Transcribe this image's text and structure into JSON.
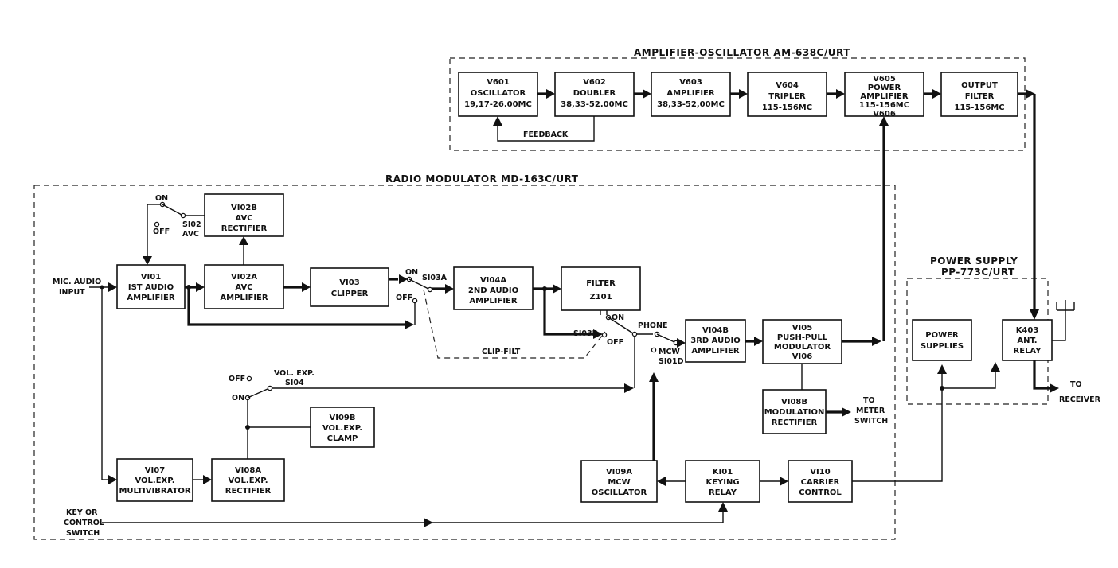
{
  "sections": {
    "amp_osc": "AMPLIFIER-OSCILLATOR AM-638C/URT",
    "modulator": "RADIO MODULATOR MD-163C/URT",
    "power_supply_1": "POWER SUPPLY",
    "power_supply_2": "PP-773C/URT"
  },
  "blocks": {
    "v601": [
      "V601",
      "OSCILLATOR",
      "19,17-26.00MC"
    ],
    "v602": [
      "V602",
      "DOUBLER",
      "38,33-52.00MC"
    ],
    "v603": [
      "V603",
      "AMPLIFIER",
      "38,33-52,00MC"
    ],
    "v604": [
      "V604",
      "TRIPLER",
      "115-156MC"
    ],
    "v605": [
      "V605",
      "POWER",
      "AMPLIFIER",
      "115-156MC",
      "V606"
    ],
    "output_filter": [
      "OUTPUT",
      "FILTER",
      "115-156MC"
    ],
    "v102b": [
      "VI02B",
      "AVC",
      "RECTIFIER"
    ],
    "v101": [
      "VI01",
      "IST AUDIO",
      "AMPLIFIER"
    ],
    "v102a": [
      "VI02A",
      "AVC",
      "AMPLIFIER"
    ],
    "v103": [
      "VI03",
      "CLIPPER"
    ],
    "v104a": [
      "VI04A",
      "2ND AUDIO",
      "AMPLIFIER"
    ],
    "filter": [
      "FILTER",
      "Z101"
    ],
    "v104b": [
      "VI04B",
      "3RD AUDIO",
      "AMPLIFIER"
    ],
    "v105": [
      "VI05",
      "PUSH-PULL",
      "MODULATOR",
      "VI06"
    ],
    "v108b": [
      "VI08B",
      "MODULATION",
      "RECTIFIER"
    ],
    "v109b": [
      "VI09B",
      "VOL.EXP.",
      "CLAMP"
    ],
    "v107": [
      "VI07",
      "VOL.EXP.",
      "MULTIVIBRATOR"
    ],
    "v108a": [
      "VI08A",
      "VOL.EXP.",
      "RECTIFIER"
    ],
    "v109a": [
      "VI09A",
      "MCW",
      "OSCILLATOR"
    ],
    "k101": [
      "KI01",
      "KEYING",
      "RELAY"
    ],
    "v110": [
      "VI10",
      "CARRIER",
      "CONTROL"
    ],
    "power_supplies": [
      "POWER",
      "SUPPLIES"
    ],
    "k403": [
      "K403",
      "ANT.",
      "RELAY"
    ]
  },
  "labels": {
    "feedback": "FEEDBACK",
    "on_avc": "ON",
    "off_avc": "OFF",
    "s102": "SI02",
    "avc": "AVC",
    "mic_audio": "MIC. AUDIO",
    "input": "INPUT",
    "s103a_on": "ON",
    "s103a": "SI03A",
    "s103a_off": "OFF",
    "clip_filt": "CLIP-FILT",
    "s103b_on": "ON",
    "s103b": "SI03B",
    "s103b_off": "OFF",
    "phone": "PHONE",
    "mcw": "MCW",
    "s101d": "SI01D",
    "vol_exp_off": "OFF",
    "vol_exp_on": "ON",
    "vol_exp": "VOL. EXP.",
    "s104": "SI04",
    "to_meter_1": "TO",
    "to_meter_2": "METER",
    "to_meter_3": "SWITCH",
    "key_1": "KEY OR",
    "key_2": "CONTROL",
    "key_3": "SWITCH",
    "to_receiver_1": "TO",
    "to_receiver_2": "RECEIVER"
  }
}
